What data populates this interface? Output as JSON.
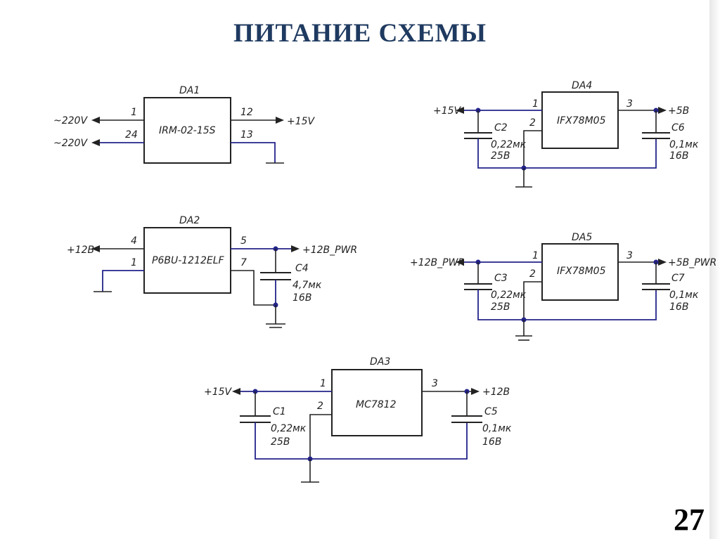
{
  "title": "ПИТАНИЕ СХЕМЫ",
  "page_number": "27",
  "colors": {
    "title": "#1f3a60",
    "wire_blue": "#23238a",
    "ink": "#222222"
  },
  "da1": {
    "ref": "DA1",
    "part": "IRM-02-15S",
    "pins": [
      "1",
      "24",
      "12",
      "13"
    ],
    "nets": [
      "~220V",
      "~220V",
      "+15V"
    ]
  },
  "da2": {
    "ref": "DA2",
    "part": "P6BU-1212ELF",
    "pins": [
      "4",
      "1",
      "5",
      "7"
    ],
    "nets": [
      "+12B",
      "+12B_PWR"
    ],
    "cap": {
      "ref": "C4",
      "value": "4,7мк",
      "voltage": "16B"
    }
  },
  "da3": {
    "ref": "DA3",
    "part": "MC7812",
    "pins": [
      "1",
      "2",
      "3"
    ],
    "nets": [
      "+15V",
      "+12B"
    ],
    "cap_in": {
      "ref": "C1",
      "value": "0,22мк",
      "voltage": "25B"
    },
    "cap_out": {
      "ref": "C5",
      "value": "0,1мк",
      "voltage": "16B"
    }
  },
  "da4": {
    "ref": "DA4",
    "part": "IFX78M05",
    "pins": [
      "1",
      "2",
      "3"
    ],
    "nets": [
      "+15V",
      "+5B"
    ],
    "cap_in": {
      "ref": "C2",
      "value": "0,22мк",
      "voltage": "25B"
    },
    "cap_out": {
      "ref": "C6",
      "value": "0,1мк",
      "voltage": "16B"
    }
  },
  "da5": {
    "ref": "DA5",
    "part": "IFX78M05",
    "pins": [
      "1",
      "2",
      "3"
    ],
    "nets": [
      "+12B_PWR",
      "+5B_PWR"
    ],
    "cap_in": {
      "ref": "C3",
      "value": "0,22мк",
      "voltage": "25B"
    },
    "cap_out": {
      "ref": "C7",
      "value": "0,1мк",
      "voltage": "16B"
    }
  }
}
